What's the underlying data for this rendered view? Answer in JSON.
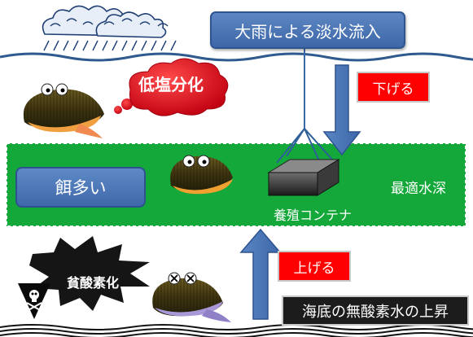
{
  "banners": {
    "freshwater_inflow": "大雨による淡水流入",
    "seafloor_anoxic_rise": "海底の無酸素水の上昇"
  },
  "actions": {
    "lower": "下げる",
    "raise": "上げる"
  },
  "bubbles": {
    "low_salinity": "低塩分化",
    "anoxia": "貧酸素化"
  },
  "zone": {
    "feed_label": "餌多い",
    "optimal_depth_label": "最適水深",
    "container_label": "養殖コンテナ"
  },
  "colors": {
    "zone_fill": "#14a83a",
    "banner_blue": "#4a74b4",
    "arrow_blue": "#4a78b8",
    "action_red": "#ff0000",
    "cloud_red": "#e01018",
    "sea_surface_blue": "#2f5a8f"
  },
  "icons": [
    "rain-cloud-icon",
    "down-arrow-icon",
    "up-arrow-icon",
    "scallop-icon",
    "skull-icon",
    "container-icon"
  ]
}
